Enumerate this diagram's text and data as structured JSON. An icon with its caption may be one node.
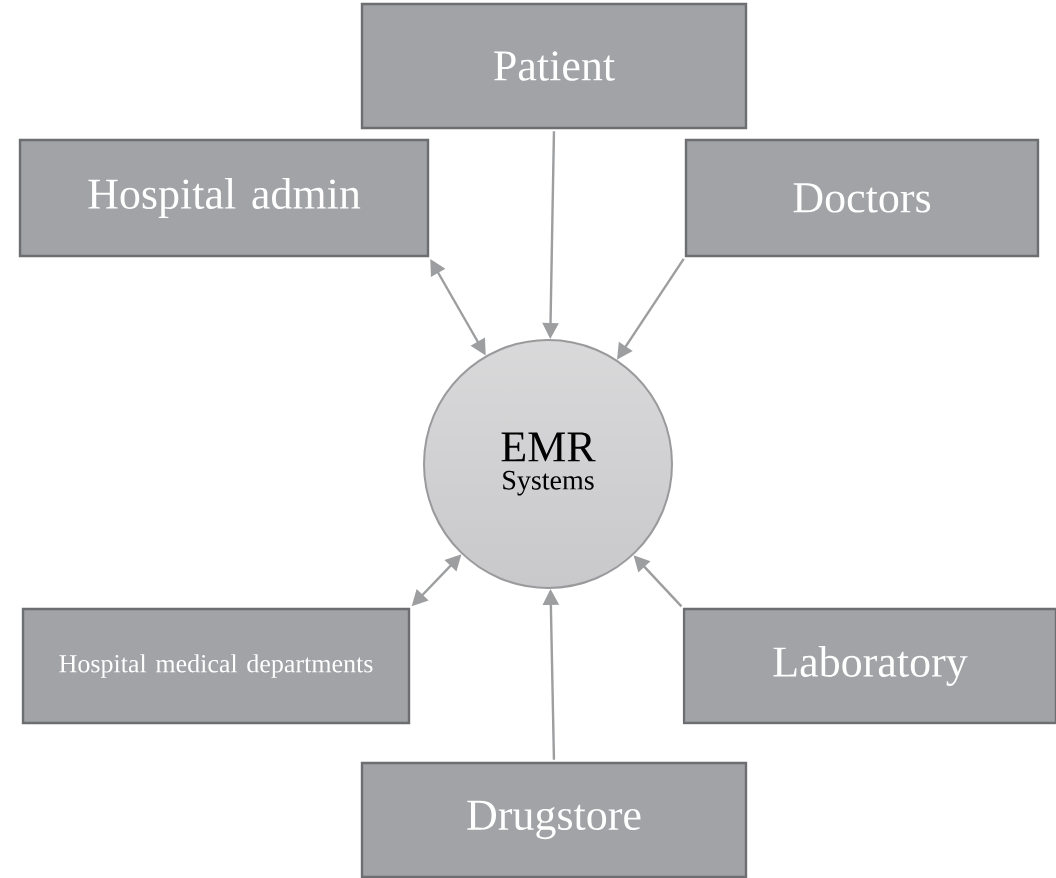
{
  "diagram": {
    "nodes": [
      {
        "text": [
          "Patient"
        ]
      },
      {
        "text": [
          "Hospital admin"
        ]
      },
      {
        "text": [
          "Doctors"
        ]
      },
      {
        "text": [
          "EMR",
          "Systems"
        ]
      },
      {
        "text": [
          "Hospital medical departments"
        ]
      },
      {
        "text": [
          "Laboratory"
        ]
      },
      {
        "text": [
          "Drugstore"
        ]
      }
    ],
    "edges": [
      {
        "from": 0,
        "to": 3,
        "arrow": "to"
      },
      {
        "from": 1,
        "to": 3,
        "arrow": "both"
      },
      {
        "from": 2,
        "to": 3,
        "arrow": "to"
      },
      {
        "from": 4,
        "to": 3,
        "arrow": "both"
      },
      {
        "from": 5,
        "to": 3,
        "arrow": "to"
      },
      {
        "from": 6,
        "to": 3,
        "arrow": "to"
      }
    ]
  }
}
